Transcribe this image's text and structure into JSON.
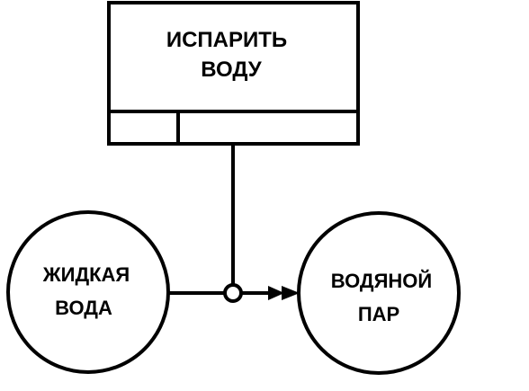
{
  "process": {
    "label_line1": "ИСПАРИТЬ",
    "label_line2": "ВОДУ"
  },
  "input_object": {
    "label_line1": "ЖИДКАЯ",
    "label_line2": "ВОДА"
  },
  "output_object": {
    "label_line1": "ВОДЯНОЙ",
    "label_line2": "ПАР"
  },
  "colors": {
    "stroke": "#000000",
    "background": "#ffffff"
  }
}
